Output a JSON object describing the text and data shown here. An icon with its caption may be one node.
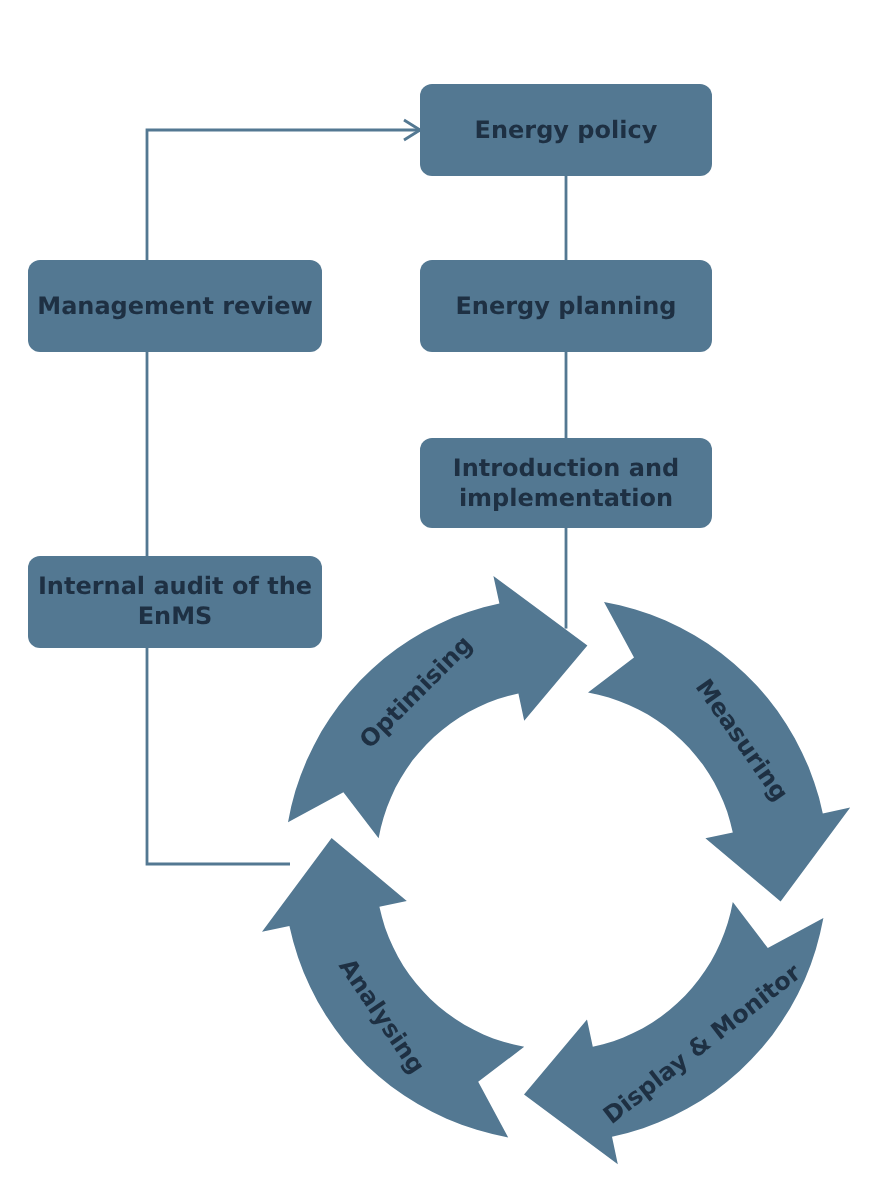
{
  "diagram": {
    "nodes": [
      {
        "text": [
          "Energy policy"
        ]
      },
      {
        "text": [
          "Management review"
        ]
      },
      {
        "text": [
          "Energy planning"
        ]
      },
      {
        "text": [
          "Introduction and implementation"
        ]
      },
      {
        "text": [
          "Internal audit of the EnMS"
        ]
      },
      {
        "text": [
          "Optimising"
        ]
      },
      {
        "text": [
          "Measuring"
        ]
      },
      {
        "text": [
          "Display & Monitor"
        ]
      },
      {
        "text": [
          "Analysing"
        ]
      }
    ],
    "edges": [
      {
        "from": 0,
        "to": 2,
        "arrow": "none"
      },
      {
        "from": 2,
        "to": 3,
        "arrow": "none"
      },
      {
        "from": 3,
        "to": 5,
        "arrow": "none"
      },
      {
        "from": 8,
        "to": 4,
        "arrow": "none"
      },
      {
        "from": 4,
        "to": 1,
        "arrow": "none"
      },
      {
        "from": 1,
        "to": 0,
        "arrow": "to"
      }
    ]
  }
}
